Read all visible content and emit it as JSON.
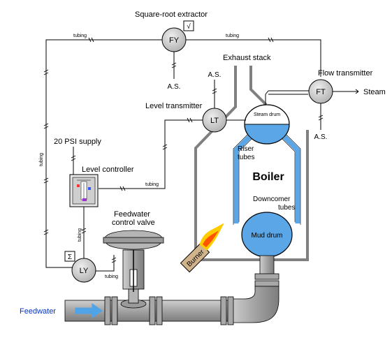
{
  "labels": {
    "square_root_extractor": "Square-root extractor",
    "exhaust_stack": "Exhaust stack",
    "flow_transmitter": "Flow transmitter",
    "steam": "Steam",
    "level_transmitter": "Level transmitter",
    "psi_supply": "20 PSI supply",
    "level_controller": "Level controller",
    "feedwater_control_valve_1": "Feedwater",
    "feedwater_control_valve_2": "control valve",
    "feedwater": "Feedwater",
    "boiler": "Boiler",
    "steam_drum": "Steam drum",
    "riser_tubes_1": "Riser",
    "riser_tubes_2": "tubes",
    "downcomer_tubes_1": "Downcomer",
    "downcomer_tubes_2": "tubes",
    "mud_drum": "Mud drum",
    "burner": "Burner"
  },
  "instruments": {
    "fy": "FY",
    "ft": "FT",
    "lt": "LT",
    "ly": "LY",
    "sqrt_symbol": "√",
    "sigma_symbol": "Σ"
  },
  "tubing": {
    "top_left": "tubing",
    "top_right": "tubing",
    "left_vertical": "tubing",
    "controller_to_lt": "tubing",
    "controller_to_ly": "tubing",
    "ly_to_valve": "tubing"
  },
  "air_supply": {
    "fy": "A.S.",
    "lt": "A.S.",
    "ft": "A.S."
  },
  "colors": {
    "water": "#5aa6e6",
    "boiler_wall": "#808080",
    "instrument_fill": "#c8c8c8",
    "pipe_fill": "#a8a8a8",
    "flame_outer": "#ffcc00",
    "flame_inner": "#ff5500",
    "burner_fill": "#d2b48c",
    "flow_arrow": "#4fa3e6",
    "feedwater_text": "#0033cc"
  }
}
